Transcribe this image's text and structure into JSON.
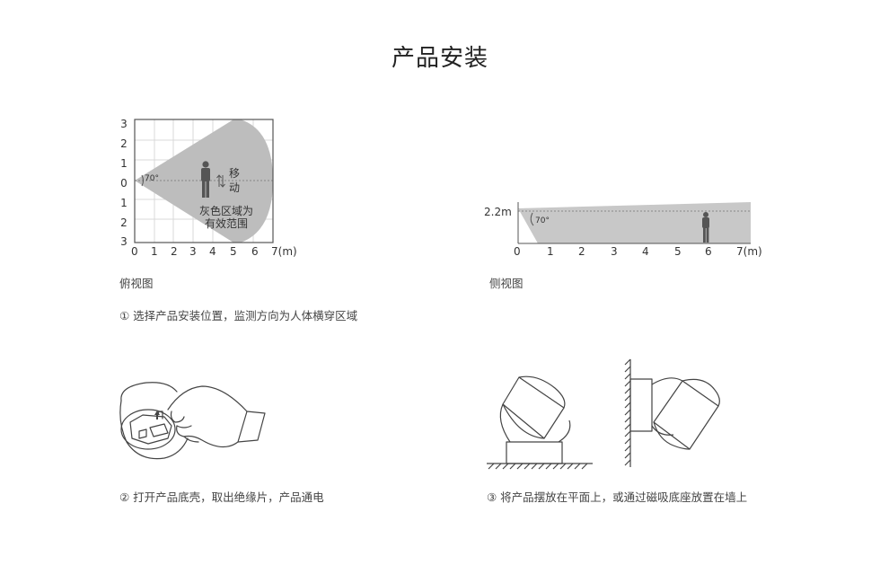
{
  "title": "产品安装",
  "top_view": {
    "caption": "俯视图",
    "y_ticks": [
      "3",
      "2",
      "1",
      "0",
      "1",
      "2",
      "3"
    ],
    "x_ticks": [
      "0",
      "1",
      "2",
      "3",
      "4",
      "5",
      "6",
      "7"
    ],
    "x_unit": "(m)",
    "angle": "70°",
    "move_label_1": "移",
    "move_label_2": "动",
    "area_label_1": "灰色区域为",
    "area_label_2": "有效范围",
    "colors": {
      "area": "#bdbdbd",
      "grid": "#d9d9d9",
      "figure": "#555555"
    }
  },
  "side_view": {
    "caption": "侧视图",
    "height_label": "2.2m",
    "angle": "70°",
    "x_ticks": [
      "0",
      "1",
      "2",
      "3",
      "4",
      "5",
      "6",
      "7"
    ],
    "x_unit": "(m)"
  },
  "steps": {
    "step1": "① 选择产品安装位置，监测方向为人体横穿区域",
    "step2": "② 打开产品底壳，取出绝缘片，产品通电",
    "step3": "③ 将产品摆放在平面上，或通过磁吸底座放置在墙上"
  }
}
